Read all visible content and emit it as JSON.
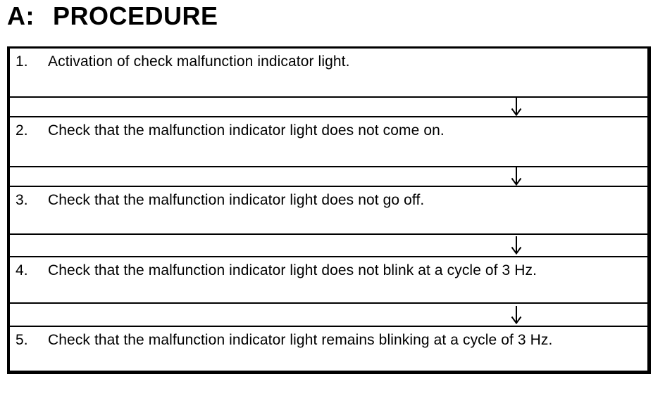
{
  "page": {
    "title": {
      "prefix": "A:",
      "label": "PROCEDURE"
    }
  },
  "procedure": {
    "steps": [
      {
        "num": "1.",
        "text": "Activation of check malfunction indicator light."
      },
      {
        "num": "2.",
        "text": "Check that the malfunction indicator light does not come on."
      },
      {
        "num": "3.",
        "text": "Check that the malfunction indicator light does not go off."
      },
      {
        "num": "4.",
        "text": "Check that the malfunction indicator light does not blink at a cycle of 3 Hz."
      },
      {
        "num": "5.",
        "text": "Check that the malfunction indicator light remains blinking at a cycle of 3 Hz."
      }
    ],
    "flow_arrow_icon": "down-arrow",
    "flow_arrow_symbol": "↓"
  },
  "colors": {
    "ink": "#000000",
    "paper": "#ffffff"
  }
}
